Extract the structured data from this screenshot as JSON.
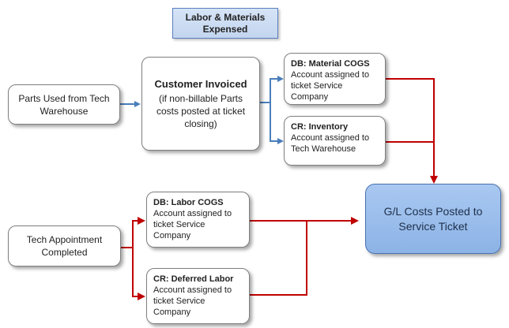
{
  "title": "Labor & Materials Expensed",
  "nodes": {
    "parts_used": "Parts Used from Tech Warehouse",
    "customer_invoiced": {
      "heading": "Customer Invoiced",
      "note": "(if non-billable Parts costs posted at ticket closing)"
    },
    "db_material_cogs": {
      "heading": "DB: Material COGS",
      "body": "Account assigned to ticket Service Company"
    },
    "cr_inventory": {
      "heading": "CR: Inventory",
      "body": "Account assigned to Tech Warehouse"
    },
    "tech_appointment": "Tech Appointment Completed",
    "db_labor_cogs": {
      "heading": "DB: Labor COGS",
      "body": "Account assigned to ticket Service Company"
    },
    "cr_deferred_labor": {
      "heading": "CR: Deferred Labor",
      "body": "Account assigned to ticket Service Company"
    },
    "gl_costs": "G/L Costs Posted to Service Ticket"
  },
  "colors": {
    "blue_arrow": "#4a7ebb",
    "red_arrow": "#c00000",
    "gl_fill": "#9cbdea",
    "title_fill": "#cfdff4"
  }
}
